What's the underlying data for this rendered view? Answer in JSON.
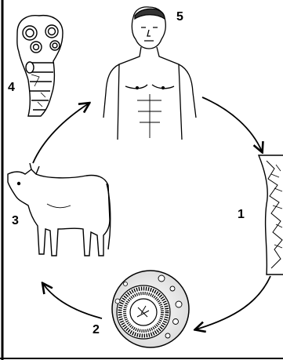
{
  "diagram": {
    "stages": [
      {
        "label": "5",
        "depicts": "human-host"
      },
      {
        "label": "1",
        "depicts": "proglottid-segment"
      },
      {
        "label": "2",
        "depicts": "egg"
      },
      {
        "label": "3",
        "depicts": "cattle-host"
      },
      {
        "label": "4",
        "depicts": "scolex-head"
      }
    ],
    "colors": {
      "ink": "#000000",
      "paper": "#ffffff"
    }
  }
}
